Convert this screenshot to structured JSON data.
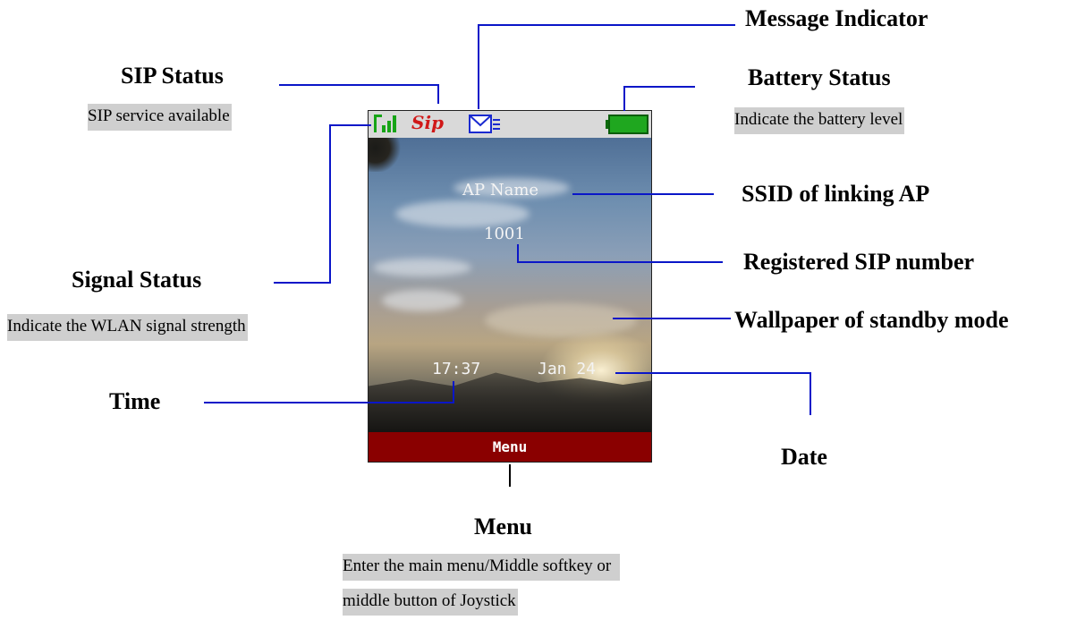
{
  "phone": {
    "ap_name": "AP Name",
    "sip_number": "1001",
    "time": "17:37",
    "date": "Jan 24",
    "menu_label": "Menu",
    "sip_logo_text": "Sip",
    "colors": {
      "menu_bar": "#8a0000",
      "battery": "#1fa71f",
      "signal": "#17a417",
      "sip_logo": "#d01818",
      "callout_line": "#0a16c8"
    }
  },
  "annotations": {
    "message_indicator": {
      "title": "Message Indicator"
    },
    "sip_status": {
      "title": "SIP Status",
      "desc": "SIP service available"
    },
    "battery_status": {
      "title": "Battery Status",
      "desc": "Indicate the battery level"
    },
    "ssid": {
      "title": "SSID of linking AP"
    },
    "registered_sip": {
      "title": "Registered SIP number"
    },
    "signal_status": {
      "title": "Signal Status",
      "desc": "Indicate the WLAN signal strength"
    },
    "wallpaper": {
      "title": "Wallpaper of standby mode"
    },
    "time": {
      "title": "Time"
    },
    "date": {
      "title": "Date"
    },
    "menu": {
      "title": "Menu",
      "desc_line1": "Enter the main menu/Middle softkey or",
      "desc_line2": "middle button of Joystick"
    }
  }
}
